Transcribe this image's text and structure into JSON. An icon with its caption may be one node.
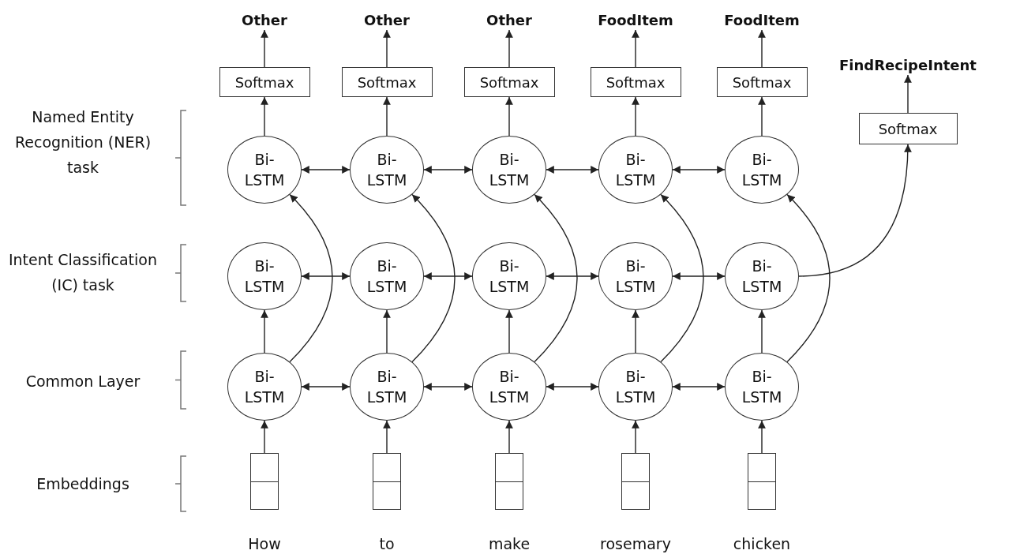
{
  "diagram": {
    "nodes": [
      {
        "text": [
          "Other"
        ]
      },
      {
        "text": [
          "Other"
        ]
      },
      {
        "text": [
          "Other"
        ]
      },
      {
        "text": [
          "FoodItem"
        ]
      },
      {
        "text": [
          "FoodItem"
        ]
      },
      {
        "text": [
          "FindRecipeIntent"
        ]
      },
      {
        "text": [
          "Softmax"
        ]
      },
      {
        "text": [
          "Softmax"
        ]
      },
      {
        "text": [
          "Softmax"
        ]
      },
      {
        "text": [
          "Softmax"
        ]
      },
      {
        "text": [
          "Softmax"
        ]
      },
      {
        "text": [
          "Softmax"
        ]
      },
      {
        "text": [
          "Bi- LSTM"
        ]
      },
      {
        "text": [
          "Bi- LSTM"
        ]
      },
      {
        "text": [
          "Bi- LSTM"
        ]
      },
      {
        "text": [
          "Bi- LSTM"
        ]
      },
      {
        "text": [
          "Bi- LSTM"
        ]
      },
      {
        "text": [
          "Bi- LSTM"
        ]
      },
      {
        "text": [
          "Bi- LSTM"
        ]
      },
      {
        "text": [
          "Bi- LSTM"
        ]
      },
      {
        "text": [
          "Bi- LSTM"
        ]
      },
      {
        "text": [
          "Bi- LSTM"
        ]
      },
      {
        "text": [
          "Bi- LSTM"
        ]
      },
      {
        "text": [
          "Bi- LSTM"
        ]
      },
      {
        "text": [
          "Bi- LSTM"
        ]
      },
      {
        "text": [
          "Bi- LSTM"
        ]
      },
      {
        "text": [
          "Bi- LSTM"
        ]
      },
      {
        "text": [],
        "shape": "box",
        "beside": [
          "How"
        ]
      },
      {
        "text": [],
        "shape": "box",
        "beside": [
          "to"
        ]
      },
      {
        "text": [],
        "shape": "box",
        "beside": [
          "make"
        ]
      },
      {
        "text": [],
        "shape": "box",
        "beside": [
          "rosemary"
        ]
      },
      {
        "text": [],
        "shape": "box",
        "beside": [
          "chicken"
        ]
      }
    ],
    "edges": [
      {
        "from": 6,
        "to": 0,
        "arrow": "to"
      },
      {
        "from": 7,
        "to": 1,
        "arrow": "to"
      },
      {
        "from": 8,
        "to": 2,
        "arrow": "to"
      },
      {
        "from": 9,
        "to": 3,
        "arrow": "to"
      },
      {
        "from": 10,
        "to": 4,
        "arrow": "to"
      },
      {
        "from": 11,
        "to": 5,
        "arrow": "to"
      },
      {
        "from": 12,
        "to": 6,
        "arrow": "to"
      },
      {
        "from": 13,
        "to": 7,
        "arrow": "to"
      },
      {
        "from": 14,
        "to": 8,
        "arrow": "to"
      },
      {
        "from": 15,
        "to": 9,
        "arrow": "to"
      },
      {
        "from": 16,
        "to": 10,
        "arrow": "to"
      },
      {
        "from": 12,
        "to": 13,
        "arrow": "both"
      },
      {
        "from": 13,
        "to": 14,
        "arrow": "both"
      },
      {
        "from": 14,
        "to": 15,
        "arrow": "both"
      },
      {
        "from": 15,
        "to": 16,
        "arrow": "both"
      },
      {
        "from": 17,
        "to": 18,
        "arrow": "both"
      },
      {
        "from": 18,
        "to": 19,
        "arrow": "both"
      },
      {
        "from": 19,
        "to": 20,
        "arrow": "both"
      },
      {
        "from": 20,
        "to": 21,
        "arrow": "both"
      },
      {
        "from": 21,
        "to": 11,
        "arrow": "to"
      },
      {
        "from": 22,
        "to": 17,
        "arrow": "to"
      },
      {
        "from": 23,
        "to": 18,
        "arrow": "to"
      },
      {
        "from": 24,
        "to": 19,
        "arrow": "to"
      },
      {
        "from": 25,
        "to": 20,
        "arrow": "to"
      },
      {
        "from": 26,
        "to": 21,
        "arrow": "to"
      },
      {
        "from": 22,
        "to": 12,
        "arrow": "to"
      },
      {
        "from": 23,
        "to": 13,
        "arrow": "to"
      },
      {
        "from": 24,
        "to": 14,
        "arrow": "to"
      },
      {
        "from": 25,
        "to": 15,
        "arrow": "to"
      },
      {
        "from": 26,
        "to": 16,
        "arrow": "to"
      },
      {
        "from": 22,
        "to": 23,
        "arrow": "both"
      },
      {
        "from": 23,
        "to": 24,
        "arrow": "both"
      },
      {
        "from": 24,
        "to": 25,
        "arrow": "both"
      },
      {
        "from": 25,
        "to": 26,
        "arrow": "both"
      },
      {
        "from": 27,
        "to": 22,
        "arrow": "to"
      },
      {
        "from": 28,
        "to": 23,
        "arrow": "to"
      },
      {
        "from": 29,
        "to": 24,
        "arrow": "to"
      },
      {
        "from": 30,
        "to": 25,
        "arrow": "to"
      },
      {
        "from": 31,
        "to": 26,
        "arrow": "to"
      }
    ],
    "labels": [
      "Named Entity Recognition (NER) task",
      "Intent Classification (IC) task",
      "Common Layer",
      "Embeddings"
    ]
  }
}
